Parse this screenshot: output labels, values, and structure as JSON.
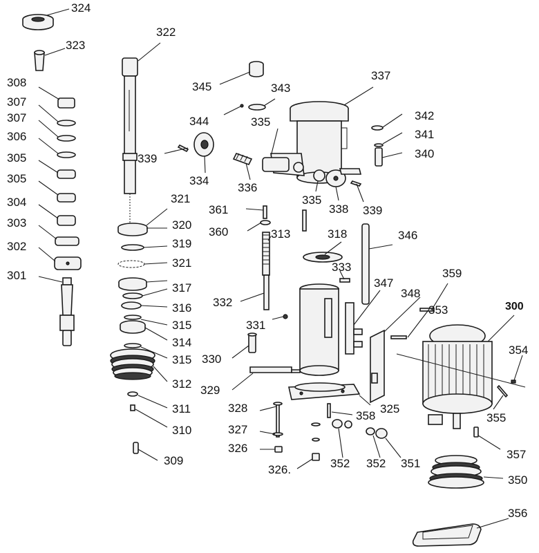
{
  "labels": {
    "l324": "324",
    "l323": "323",
    "l308": "308",
    "l307a": "307",
    "l307b": "307",
    "l306": "306",
    "l305a": "305",
    "l305b": "305",
    "l304": "304",
    "l303": "303",
    "l302": "302",
    "l301": "301",
    "l322": "322",
    "l339a": "339",
    "l321a": "321",
    "l320": "320",
    "l319": "319",
    "l321b": "321",
    "l317": "317",
    "l316": "316",
    "l315a": "315",
    "l314": "314",
    "l315b": "315",
    "l312": "312",
    "l311": "311",
    "l310": "310",
    "l309": "309",
    "l345": "345",
    "l343": "343",
    "l344": "344",
    "l335a": "335",
    "l334": "334",
    "l336": "336",
    "l337": "337",
    "l342": "342",
    "l341": "341",
    "l340": "340",
    "l335b": "335",
    "l338": "338",
    "l339b": "339",
    "l361": "361",
    "l360": "360",
    "l313": "313",
    "l318": "318",
    "l346": "346",
    "l333": "333",
    "l332": "332",
    "l331": "331",
    "l330": "330",
    "l329": "329",
    "l347": "347",
    "l348": "348",
    "l359": "359",
    "l353": "353",
    "l300": "300",
    "l354": "354",
    "l355": "355",
    "l328": "328",
    "l325": "325",
    "l358": "358",
    "l327": "327",
    "l326a": "326",
    "l326b": "326.",
    "l352a": "352",
    "l352b": "352",
    "l351": "351",
    "l357": "357",
    "l350": "350",
    "l356": "356"
  }
}
